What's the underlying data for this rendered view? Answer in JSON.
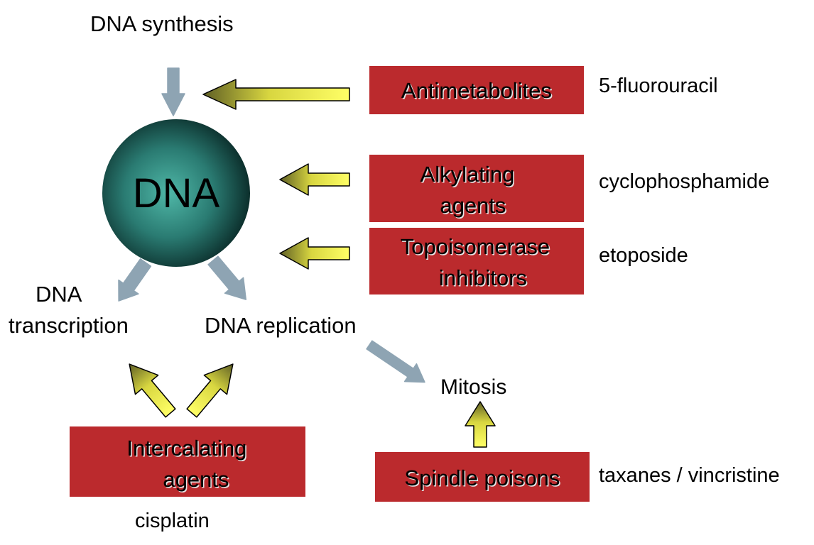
{
  "dna_synthesis": "DNA synthesis",
  "dna": "DNA",
  "dna_transcription": [
    "DNA",
    "transcription"
  ],
  "dna_replication": "DNA replication",
  "mitosis": "Mitosis",
  "drug_classes": {
    "antimetabolites": [
      "Antimetabolites"
    ],
    "alkylating": [
      "Alkylating",
      "agents"
    ],
    "topoisomerase": [
      "Topoisomerase",
      "inhibitors"
    ],
    "intercalating": [
      "Intercalating",
      "agents"
    ],
    "spindle": [
      "Spindle poisons"
    ]
  },
  "drug_examples": {
    "antimetabolites": "5-fluorouracil",
    "alkylating": "cyclophosphamide",
    "topoisomerase": "etoposide",
    "intercalating": "cisplatin",
    "spindle": "taxanes / vincristine"
  },
  "colors": {
    "box_fill": "#bb2a2d",
    "process_arrow": "#8ea4b3",
    "inhibit_arrow_light": "#ffff66",
    "inhibit_arrow_dark": "#6b6b2a",
    "dna_sphere": "#1f5f58"
  }
}
